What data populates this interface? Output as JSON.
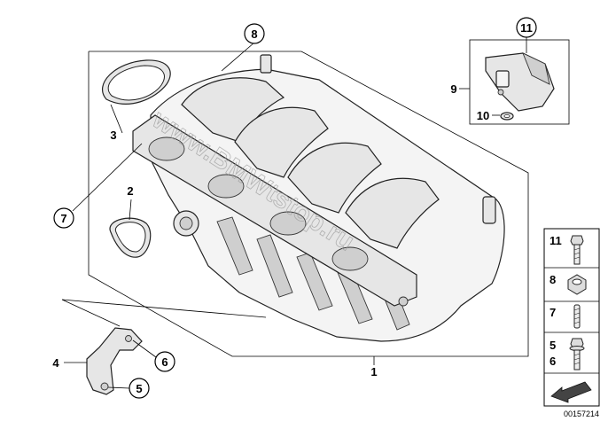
{
  "diagram": {
    "watermark": "www.BMWtstop.ru",
    "document_id": "00157214",
    "callouts": {
      "c1": "1",
      "c2": "2",
      "c3": "3",
      "c4": "4",
      "c5": "5",
      "c6": "6",
      "c7": "7",
      "c8": "8",
      "c9": "9",
      "c10": "10",
      "c11": "11"
    },
    "legend": [
      {
        "label": "11",
        "icon": "bolt-icon"
      },
      {
        "label": "8",
        "icon": "nut-icon"
      },
      {
        "label": "7",
        "icon": "stud-icon"
      },
      {
        "label": "5\n6",
        "label_top": "5",
        "label_bottom": "6",
        "icon": "flange-bolt-icon"
      }
    ]
  }
}
